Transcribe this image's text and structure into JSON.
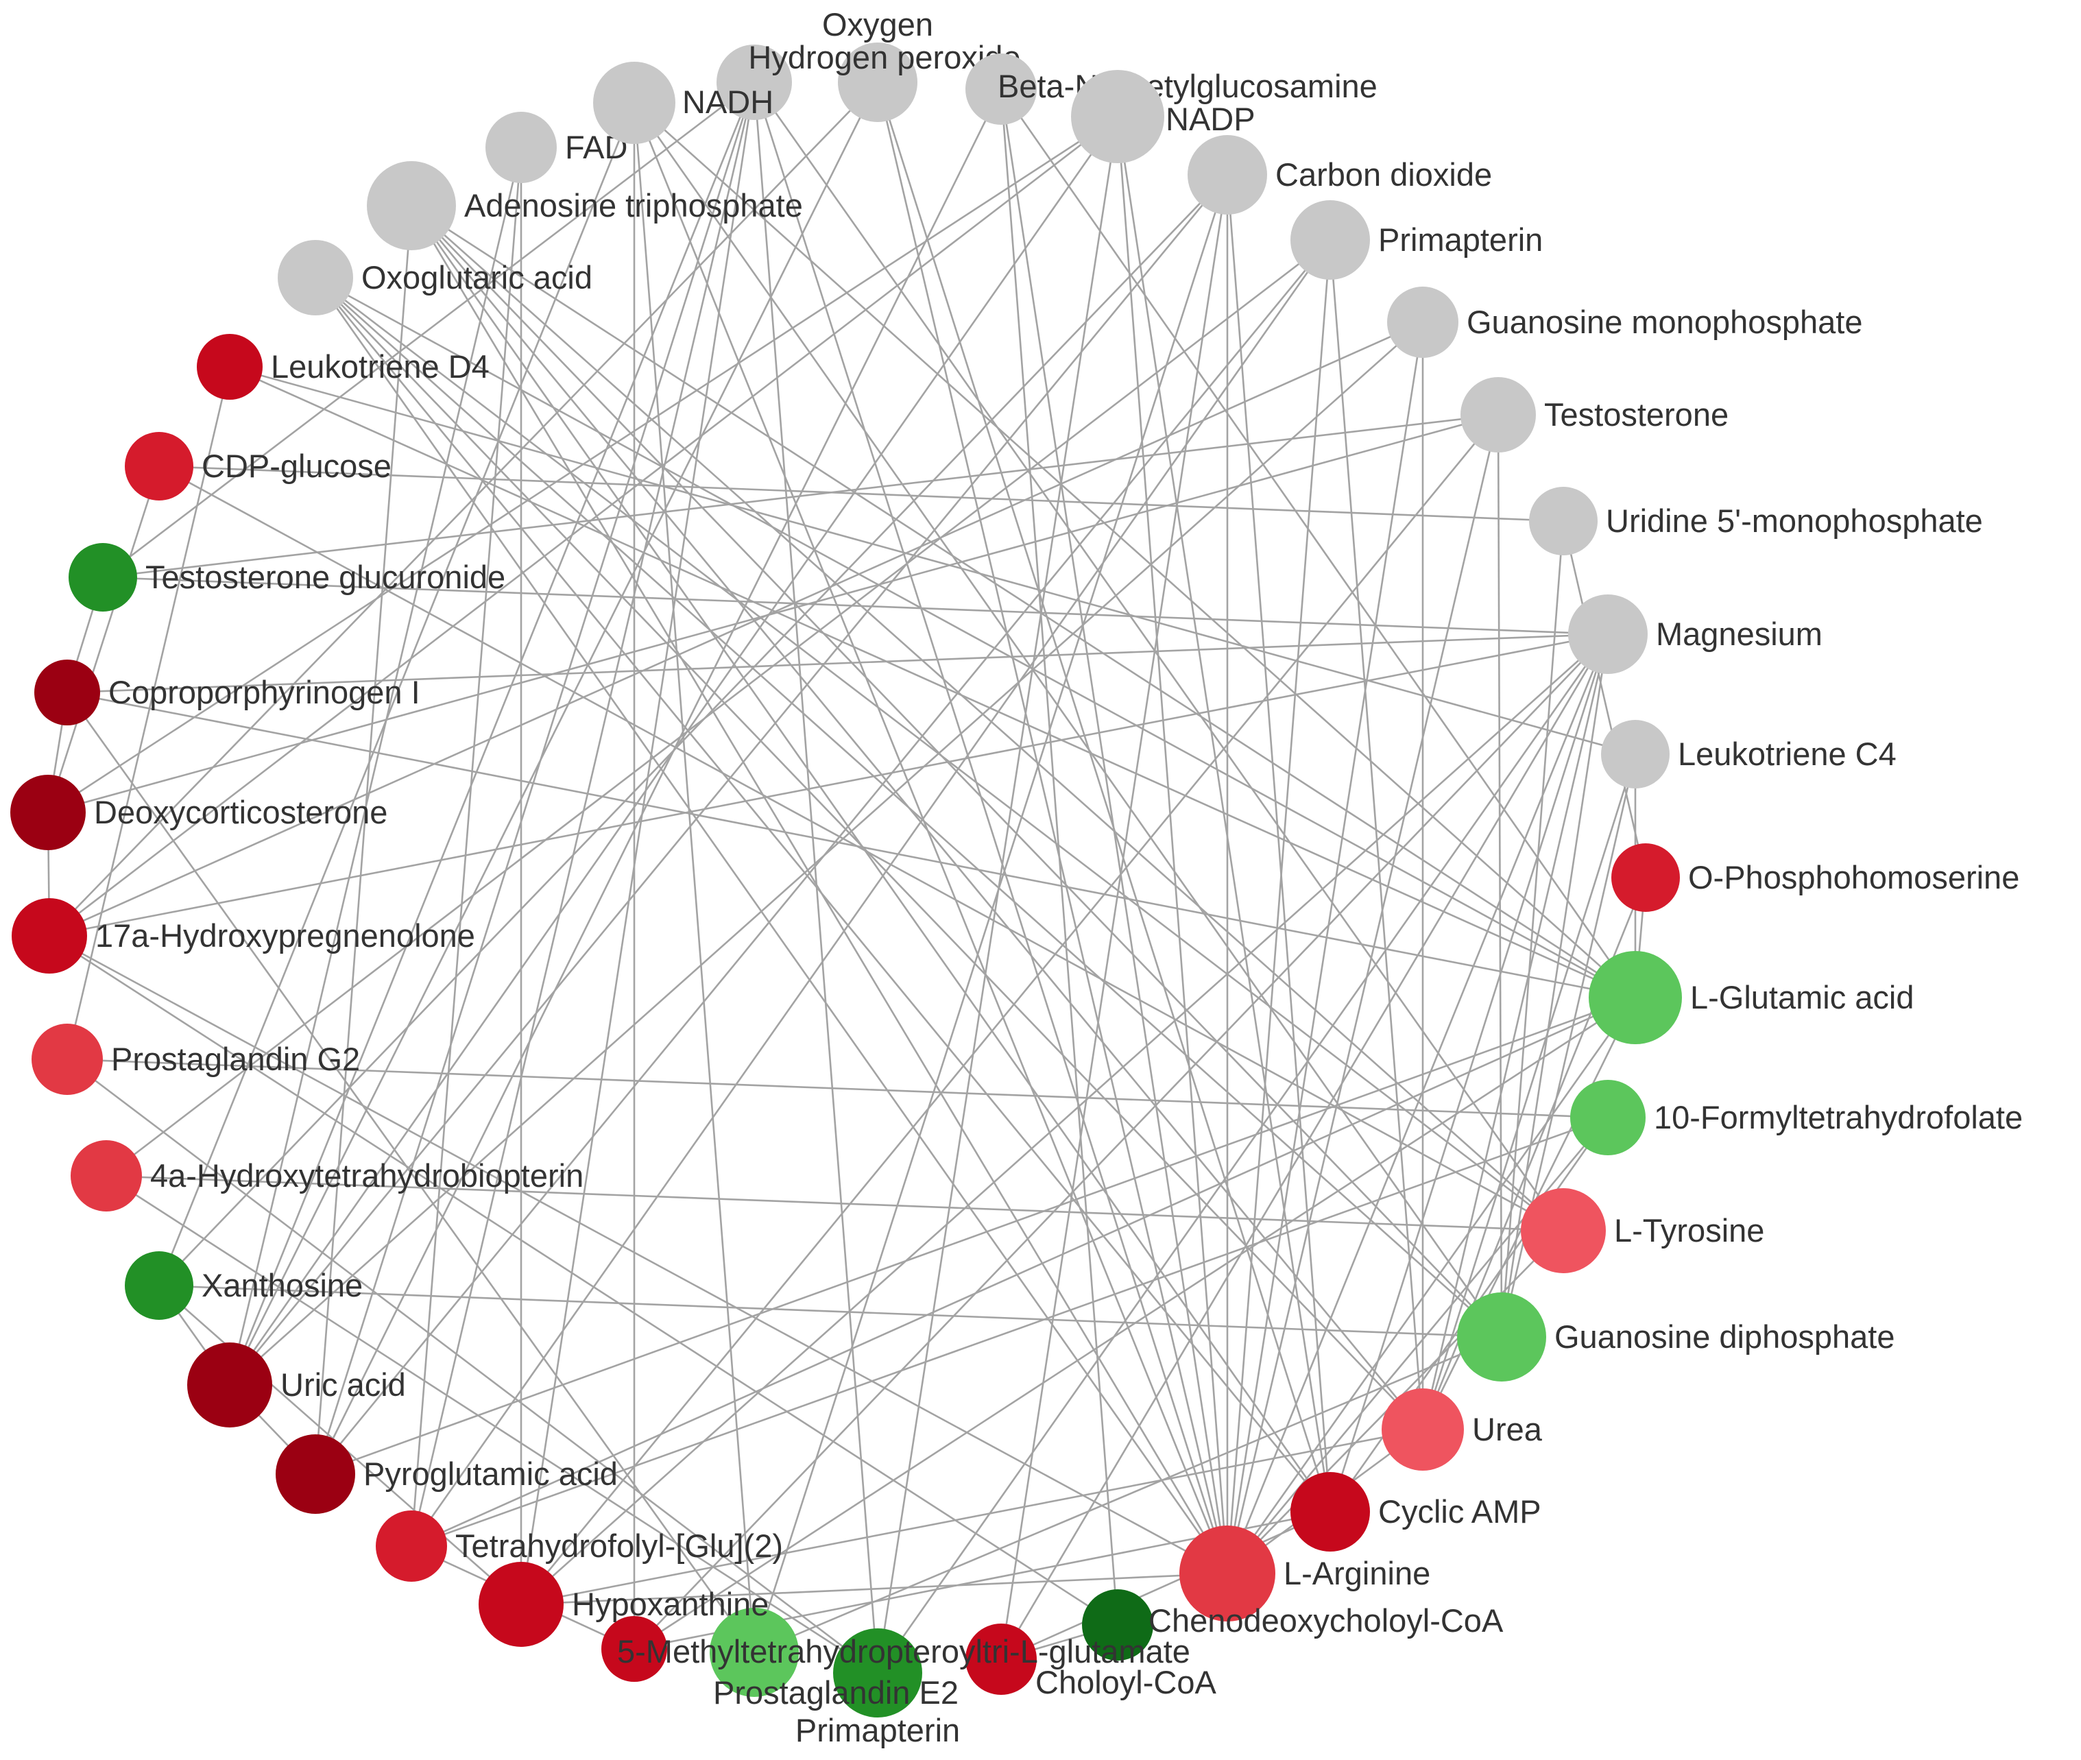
{
  "colors": {
    "edge": "#a3a3a3",
    "label": "#333333",
    "gray": "#c8c8c8",
    "red_dark": "#9b0012",
    "red": "#c6081c",
    "red_medium": "#d51b2c",
    "red_light": "#e23944",
    "red_pale": "#ef545f",
    "green_dark": "#0f6b17",
    "green": "#229026",
    "green_light": "#5cc65c"
  },
  "nodes": [
    {
      "id": "oxygen",
      "label": "Oxygen",
      "color": "gray"
    },
    {
      "id": "hydrogen-peroxide",
      "label": "Hydrogen peroxide",
      "color": "gray"
    },
    {
      "id": "beta-n-acetylglucosamine",
      "label": "Beta-N-Acetylglucosamine",
      "color": "gray"
    },
    {
      "id": "nadp",
      "label": "NADP",
      "color": "gray"
    },
    {
      "id": "carbon-dioxide",
      "label": "Carbon dioxide",
      "color": "gray"
    },
    {
      "id": "primapterin-top",
      "label": "Primapterin",
      "color": "gray"
    },
    {
      "id": "guanosine-monophosphate",
      "label": "Guanosine monophosphate",
      "color": "gray"
    },
    {
      "id": "testosterone",
      "label": "Testosterone",
      "color": "gray"
    },
    {
      "id": "uridine-5-monophosphate",
      "label": "Uridine 5'-monophosphate",
      "color": "gray"
    },
    {
      "id": "magnesium",
      "label": "Magnesium",
      "color": "gray"
    },
    {
      "id": "leukotriene-c4",
      "label": "Leukotriene C4",
      "color": "gray"
    },
    {
      "id": "o-phosphohomoserine",
      "label": "O-Phosphohomoserine",
      "color": "red_medium"
    },
    {
      "id": "l-glutamic-acid",
      "label": "L-Glutamic acid",
      "color": "green_light"
    },
    {
      "id": "10-formyltetrahydrofolate",
      "label": "10-Formyltetrahydrofolate",
      "color": "green_light"
    },
    {
      "id": "l-tyrosine",
      "label": "L-Tyrosine",
      "color": "red_pale"
    },
    {
      "id": "guanosine-diphosphate",
      "label": "Guanosine diphosphate",
      "color": "green_light"
    },
    {
      "id": "urea",
      "label": "Urea",
      "color": "red_pale"
    },
    {
      "id": "cyclic-amp",
      "label": "Cyclic AMP",
      "color": "red"
    },
    {
      "id": "l-arginine",
      "label": "L-Arginine",
      "color": "red_light"
    },
    {
      "id": "chenodeoxycholoyl-coa",
      "label": "Chenodeoxycholoyl-CoA",
      "color": "green_dark"
    },
    {
      "id": "choloyl-coa",
      "label": "Choloyl-CoA",
      "color": "red"
    },
    {
      "id": "primapterin-bottom",
      "label": "Primapterin",
      "color": "green"
    },
    {
      "id": "prostaglandin-e2",
      "label": "Prostaglandin E2",
      "color": "green_light"
    },
    {
      "id": "5-methyltetrahydropteroyltri-l-glutamate",
      "label": "5-Methyltetrahydropteroyltri-L-glutamate",
      "color": "red"
    },
    {
      "id": "hypoxanthine",
      "label": "Hypoxanthine",
      "color": "red"
    },
    {
      "id": "tetrahydrofolyl-glu-2",
      "label": "Tetrahydrofolyl-[Glu](2)",
      "color": "red_medium"
    },
    {
      "id": "pyroglutamic-acid",
      "label": "Pyroglutamic acid",
      "color": "red_dark"
    },
    {
      "id": "uric-acid",
      "label": "Uric acid",
      "color": "red_dark"
    },
    {
      "id": "xanthosine",
      "label": "Xanthosine",
      "color": "green"
    },
    {
      "id": "4a-hydroxytetrahydrobiopterin",
      "label": "4a-Hydroxytetrahydrobiopterin",
      "color": "red_light"
    },
    {
      "id": "prostaglandin-g2",
      "label": "Prostaglandin G2",
      "color": "red_light"
    },
    {
      "id": "17a-hydroxypregnenolone",
      "label": "17a-Hydroxypregnenolone",
      "color": "red"
    },
    {
      "id": "deoxycorticosterone",
      "label": "Deoxycorticosterone",
      "color": "red_dark"
    },
    {
      "id": "coproporphyrinogen-i",
      "label": "Coproporphyrinogen I",
      "color": "red_dark"
    },
    {
      "id": "testosterone-glucuronide",
      "label": "Testosterone glucuronide",
      "color": "green"
    },
    {
      "id": "cdp-glucose",
      "label": "CDP-glucose",
      "color": "red_medium"
    },
    {
      "id": "leukotriene-d4",
      "label": "Leukotriene D4",
      "color": "red"
    },
    {
      "id": "oxoglutaric-acid",
      "label": "Oxoglutaric acid",
      "color": "gray"
    },
    {
      "id": "adenosine-triphosphate",
      "label": "Adenosine triphosphate",
      "color": "gray"
    },
    {
      "id": "fad",
      "label": "FAD",
      "color": "gray"
    },
    {
      "id": "nadh",
      "label": "NADH",
      "color": "gray"
    }
  ],
  "edges": [
    [
      "hydrogen-peroxide",
      "pyroglutamic-acid"
    ],
    [
      "hydrogen-peroxide",
      "uric-acid"
    ],
    [
      "hydrogen-peroxide",
      "primapterin-bottom"
    ],
    [
      "hydrogen-peroxide",
      "l-arginine"
    ],
    [
      "hydrogen-peroxide",
      "tetrahydrofolyl-glu-2"
    ],
    [
      "hydrogen-peroxide",
      "hypoxanthine"
    ],
    [
      "hydrogen-peroxide",
      "l-tyrosine"
    ],
    [
      "oxygen",
      "l-arginine"
    ],
    [
      "oxygen",
      "uric-acid"
    ],
    [
      "oxygen",
      "17a-hydroxypregnenolone"
    ],
    [
      "oxygen",
      "cyclic-amp"
    ],
    [
      "nadh",
      "5-methyltetrahydropteroyltri-l-glutamate"
    ],
    [
      "nadh",
      "l-glutamic-acid"
    ],
    [
      "nadh",
      "l-arginine"
    ],
    [
      "nadh",
      "prostaglandin-e2"
    ],
    [
      "nadh",
      "guanosine-diphosphate"
    ],
    [
      "nadh",
      "xanthosine"
    ],
    [
      "fad",
      "hypoxanthine"
    ],
    [
      "fad",
      "uric-acid"
    ],
    [
      "fad",
      "tetrahydrofolyl-glu-2"
    ],
    [
      "adenosine-triphosphate",
      "l-glutamic-acid"
    ],
    [
      "adenosine-triphosphate",
      "l-tyrosine"
    ],
    [
      "adenosine-triphosphate",
      "urea"
    ],
    [
      "adenosine-triphosphate",
      "l-arginine"
    ],
    [
      "adenosine-triphosphate",
      "pyroglutamic-acid"
    ],
    [
      "adenosine-triphosphate",
      "cyclic-amp"
    ],
    [
      "adenosine-triphosphate",
      "guanosine-diphosphate"
    ],
    [
      "oxoglutaric-acid",
      "l-glutamic-acid"
    ],
    [
      "oxoglutaric-acid",
      "l-tyrosine"
    ],
    [
      "oxoglutaric-acid",
      "l-arginine"
    ],
    [
      "oxoglutaric-acid",
      "urea"
    ],
    [
      "oxoglutaric-acid",
      "guanosine-diphosphate"
    ],
    [
      "oxoglutaric-acid",
      "cyclic-amp"
    ],
    [
      "nadp",
      "17a-hydroxypregnenolone"
    ],
    [
      "nadp",
      "l-arginine"
    ],
    [
      "nadp",
      "primapterin-bottom"
    ],
    [
      "nadp",
      "deoxycorticosterone"
    ],
    [
      "nadp",
      "cyclic-amp"
    ],
    [
      "nadp",
      "uric-acid"
    ],
    [
      "beta-n-acetylglucosamine",
      "l-arginine"
    ],
    [
      "beta-n-acetylglucosamine",
      "chenodeoxycholoyl-coa"
    ],
    [
      "beta-n-acetylglucosamine",
      "pyroglutamic-acid"
    ],
    [
      "beta-n-acetylglucosamine",
      "l-glutamic-acid"
    ],
    [
      "carbon-dioxide",
      "l-arginine"
    ],
    [
      "carbon-dioxide",
      "cyclic-amp"
    ],
    [
      "carbon-dioxide",
      "uric-acid"
    ],
    [
      "carbon-dioxide",
      "choloyl-coa"
    ],
    [
      "carbon-dioxide",
      "prostaglandin-e2"
    ],
    [
      "carbon-dioxide",
      "xanthosine"
    ],
    [
      "primapterin-top",
      "l-arginine"
    ],
    [
      "primapterin-top",
      "4a-hydroxytetrahydrobiopterin"
    ],
    [
      "primapterin-top",
      "urea"
    ],
    [
      "primapterin-top",
      "tetrahydrofolyl-glu-2"
    ],
    [
      "primapterin-top",
      "pyroglutamic-acid"
    ],
    [
      "guanosine-monophosphate",
      "l-arginine"
    ],
    [
      "guanosine-monophosphate",
      "17a-hydroxypregnenolone"
    ],
    [
      "guanosine-monophosphate",
      "urea"
    ],
    [
      "guanosine-monophosphate",
      "uric-acid"
    ],
    [
      "testosterone",
      "testosterone-glucuronide"
    ],
    [
      "testosterone",
      "hypoxanthine"
    ],
    [
      "testosterone",
      "l-arginine"
    ],
    [
      "testosterone",
      "guanosine-diphosphate"
    ],
    [
      "testosterone",
      "deoxycorticosterone"
    ],
    [
      "uridine-5-monophosphate",
      "cdp-glucose"
    ],
    [
      "uridine-5-monophosphate",
      "guanosine-diphosphate"
    ],
    [
      "uridine-5-monophosphate",
      "o-phosphohomoserine"
    ],
    [
      "magnesium",
      "choloyl-coa"
    ],
    [
      "magnesium",
      "5-methyltetrahydropteroyltri-l-glutamate"
    ],
    [
      "magnesium",
      "l-arginine"
    ],
    [
      "magnesium",
      "cyclic-amp"
    ],
    [
      "magnesium",
      "guanosine-diphosphate"
    ],
    [
      "magnesium",
      "urea"
    ],
    [
      "magnesium",
      "17a-hydroxypregnenolone"
    ],
    [
      "magnesium",
      "coproporphyrinogen-i"
    ],
    [
      "magnesium",
      "primapterin-bottom"
    ],
    [
      "magnesium",
      "hypoxanthine"
    ],
    [
      "leukotriene-c4",
      "leukotriene-d4"
    ],
    [
      "leukotriene-c4",
      "l-glutamic-acid"
    ],
    [
      "leukotriene-c4",
      "guanosine-diphosphate"
    ],
    [
      "leukotriene-c4",
      "urea"
    ],
    [
      "o-phosphohomoserine",
      "l-glutamic-acid"
    ],
    [
      "o-phosphohomoserine",
      "urea"
    ],
    [
      "l-glutamic-acid",
      "pyroglutamic-acid"
    ],
    [
      "l-glutamic-acid",
      "l-arginine"
    ],
    [
      "l-glutamic-acid",
      "5-methyltetrahydropteroyltri-l-glutamate"
    ],
    [
      "l-glutamic-acid",
      "tetrahydrofolyl-glu-2"
    ],
    [
      "l-glutamic-acid",
      "coproporphyrinogen-i"
    ],
    [
      "l-glutamic-acid",
      "urea"
    ],
    [
      "10-formyltetrahydrofolate",
      "tetrahydrofolyl-glu-2"
    ],
    [
      "10-formyltetrahydrofolate",
      "l-arginine"
    ],
    [
      "10-formyltetrahydrofolate",
      "cyclic-amp"
    ],
    [
      "10-formyltetrahydrofolate",
      "prostaglandin-g2"
    ],
    [
      "l-tyrosine",
      "4a-hydroxytetrahydrobiopterin"
    ],
    [
      "l-tyrosine",
      "l-arginine"
    ],
    [
      "guanosine-diphosphate",
      "prostaglandin-e2"
    ],
    [
      "guanosine-diphosphate",
      "xanthosine"
    ],
    [
      "urea",
      "hypoxanthine"
    ],
    [
      "urea",
      "l-arginine"
    ],
    [
      "cyclic-amp",
      "5-methyltetrahydropteroyltri-l-glutamate"
    ],
    [
      "cyclic-amp",
      "choloyl-coa"
    ],
    [
      "l-arginine",
      "hypoxanthine"
    ],
    [
      "l-arginine",
      "17a-hydroxypregnenolone"
    ],
    [
      "chenodeoxycholoyl-coa",
      "17a-hydroxypregnenolone"
    ],
    [
      "chenodeoxycholoyl-coa",
      "choloyl-coa"
    ],
    [
      "primapterin-bottom",
      "prostaglandin-g2"
    ],
    [
      "primapterin-bottom",
      "4a-hydroxytetrahydrobiopterin"
    ],
    [
      "prostaglandin-e2",
      "coproporphyrinogen-i"
    ],
    [
      "5-methyltetrahydropteroyltri-l-glutamate",
      "tetrahydrofolyl-glu-2"
    ],
    [
      "uric-acid",
      "xanthosine"
    ],
    [
      "uric-acid",
      "pyroglutamic-acid"
    ],
    [
      "xanthosine",
      "hypoxanthine"
    ],
    [
      "deoxycorticosterone",
      "17a-hydroxypregnenolone"
    ],
    [
      "deoxycorticosterone",
      "coproporphyrinogen-i"
    ],
    [
      "deoxycorticosterone",
      "cdp-glucose"
    ],
    [
      "coproporphyrinogen-i",
      "testosterone-glucuronide"
    ],
    [
      "leukotriene-d4",
      "l-glutamic-acid"
    ],
    [
      "leukotriene-d4",
      "prostaglandin-g2"
    ],
    [
      "cdp-glucose",
      "l-tyrosine"
    ],
    [
      "testosterone-glucuronide",
      "hydrogen-peroxide"
    ],
    [
      "testosterone-glucuronide",
      "magnesium"
    ]
  ]
}
